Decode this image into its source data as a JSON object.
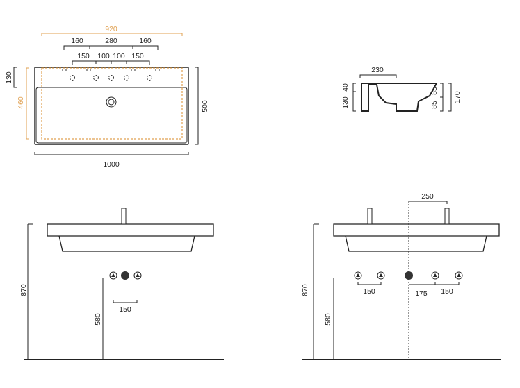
{
  "top_view": {
    "overall_bowl_width": "920",
    "tap_offsets": [
      "160",
      "280",
      "160"
    ],
    "hole_spacing": [
      "150",
      "100",
      "100",
      "150"
    ],
    "deck_depth": "130",
    "bowl_depth": "460",
    "total_depth": "500",
    "total_width": "1000"
  },
  "side_view": {
    "width_dim": "230",
    "left_dims": [
      "130",
      "40"
    ],
    "right_dims": [
      "85",
      "85"
    ],
    "total_height": "170"
  },
  "front_single": {
    "height": "870",
    "outlet_height": "580",
    "outlet_spacing": "150"
  },
  "front_double": {
    "tap_offset": "250",
    "height": "870",
    "outlet_height": "580",
    "spacing_left": "150",
    "spacing_center": "175",
    "spacing_right": "150"
  },
  "colors": {
    "accent": "#e0a050",
    "line": "#222222"
  }
}
